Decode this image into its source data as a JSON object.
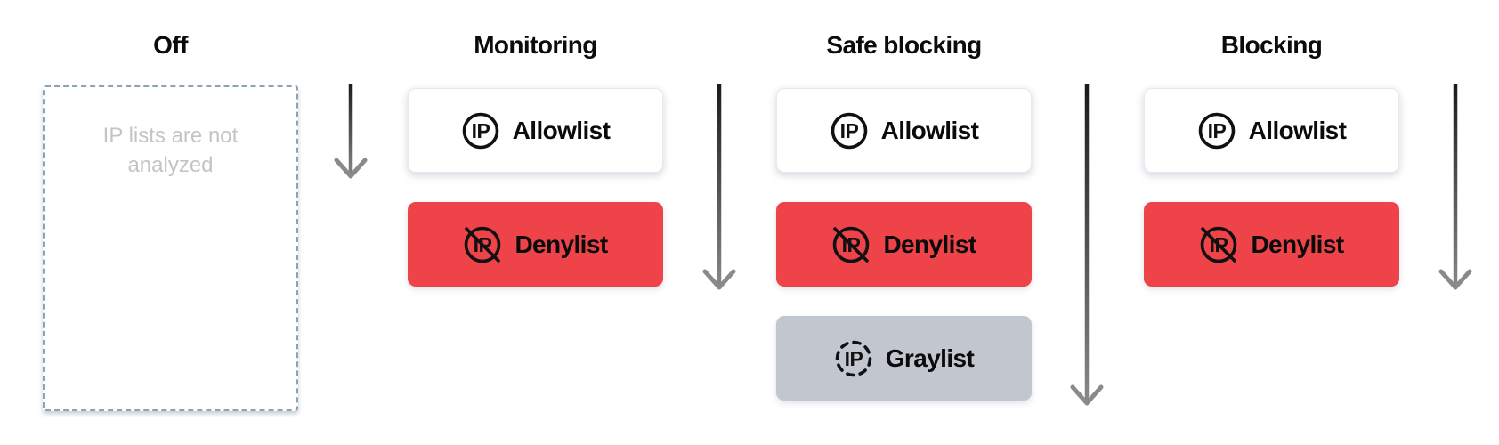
{
  "diagram": {
    "columns": [
      {
        "title": "Off",
        "empty_note": "IP lists are not analyzed",
        "cards": []
      },
      {
        "title": "Monitoring",
        "cards": [
          {
            "label": "Allowlist",
            "variant": "white",
            "icon": "ip-circle-icon"
          },
          {
            "label": "Denylist",
            "variant": "red",
            "icon": "ip-slash-icon"
          }
        ]
      },
      {
        "title": "Safe blocking",
        "cards": [
          {
            "label": "Allowlist",
            "variant": "white",
            "icon": "ip-circle-icon"
          },
          {
            "label": "Denylist",
            "variant": "red",
            "icon": "ip-slash-icon"
          },
          {
            "label": "Graylist",
            "variant": "gray",
            "icon": "ip-dashed-circle-icon"
          }
        ]
      },
      {
        "title": "Blocking",
        "cards": [
          {
            "label": "Allowlist",
            "variant": "white",
            "icon": "ip-circle-icon"
          },
          {
            "label": "Denylist",
            "variant": "red",
            "icon": "ip-slash-icon"
          }
        ]
      }
    ],
    "arrows": [
      {
        "name": "arrow-off-to-monitoring",
        "direction": "down",
        "length": "short"
      },
      {
        "name": "arrow-monitoring-to-safe-blocking",
        "direction": "down",
        "length": "medium"
      },
      {
        "name": "arrow-safe-blocking-to-blocking",
        "direction": "down",
        "length": "long"
      },
      {
        "name": "arrow-after-blocking",
        "direction": "down",
        "length": "medium"
      }
    ],
    "colors": {
      "denylist_red": "#ee4349",
      "graylist_gray": "#c1c6cf",
      "dashed_border_blue": "#8ba4b4",
      "empty_note_gray": "#c4c4c4",
      "arrow_gradient_start": "#191919",
      "arrow_gradient_end": "#8a8a8a"
    }
  }
}
